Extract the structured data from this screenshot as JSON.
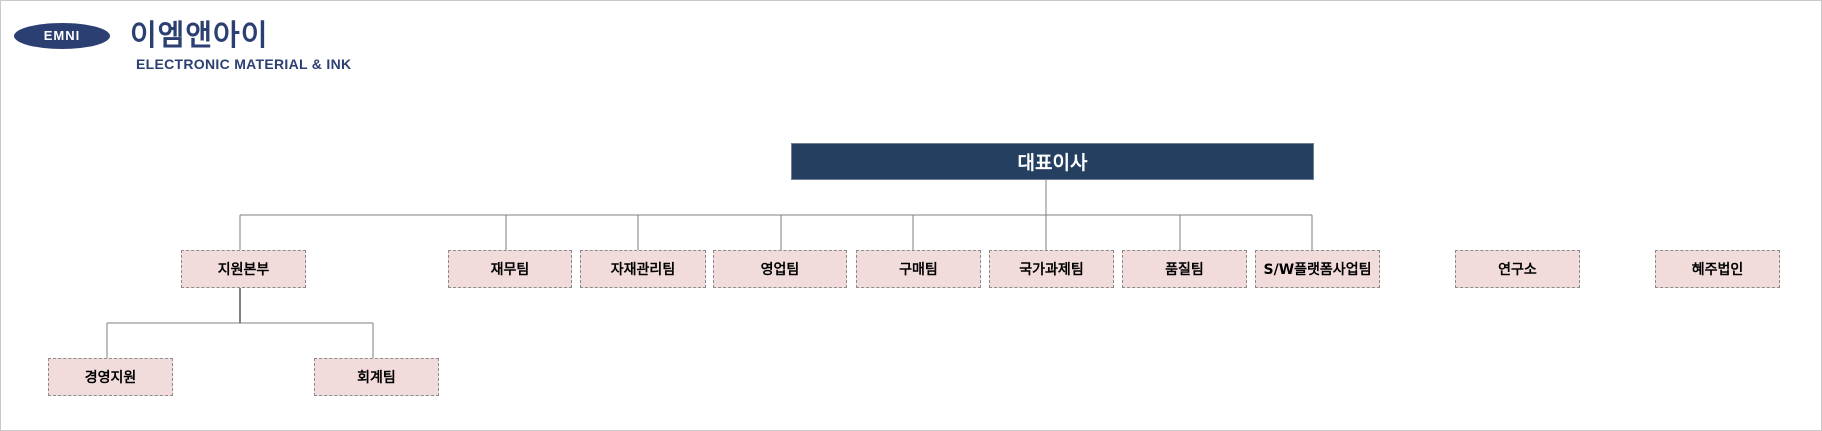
{
  "logo": {
    "badge": "EMNI",
    "name_ko": "이엠앤아이",
    "name_en": "ELECTRONIC MATERIAL & INK"
  },
  "org": {
    "ceo": "대표이사",
    "departments": [
      "지원본부",
      "재무팀",
      "자재관리팀",
      "영업팀",
      "구매팀",
      "국가과제팀",
      "품질팀",
      "S/W플랫폼사업팀",
      "연구소",
      "혜주법인"
    ],
    "support_subunits": [
      "경영지원",
      "회계팀"
    ]
  },
  "colors": {
    "ceo_fill": "#243f60",
    "dept_fill": "#f2dcdb",
    "logo_navy": "#2c3f72"
  }
}
